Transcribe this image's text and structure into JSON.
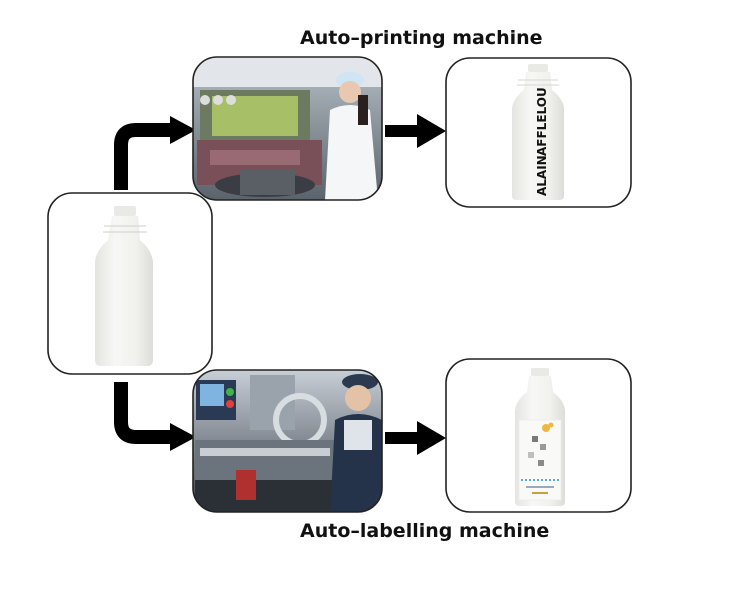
{
  "titles": {
    "printing": "Auto–printing machine",
    "labelling": "Auto–labelling machine"
  },
  "printed_bottle": {
    "brand_prefix": "ALAIN",
    "brand_main": "AFFLELOU"
  },
  "colors": {
    "arrow": "#000000",
    "box_border": "#222222",
    "bottle": "#f2f2f0",
    "bottle_shade": "#e2e2df"
  }
}
